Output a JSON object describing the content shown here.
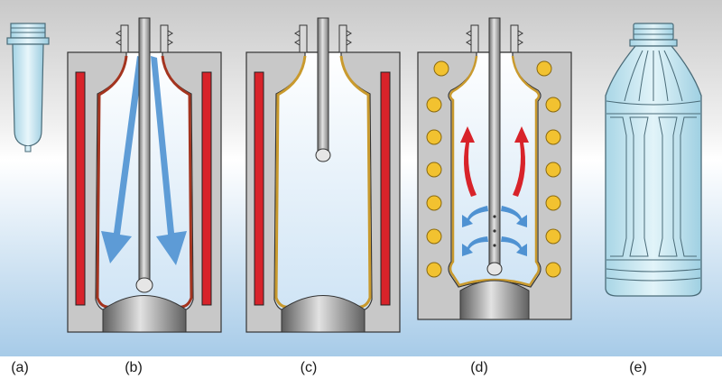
{
  "panels": [
    {
      "id": "a",
      "label": "(a)"
    },
    {
      "id": "b",
      "label": "(b)"
    },
    {
      "id": "c",
      "label": "(c)"
    },
    {
      "id": "d",
      "label": "(d)"
    },
    {
      "id": "e",
      "label": "(e)"
    }
  ],
  "colors": {
    "background_top": "#c6c6c6",
    "background_bottom": "#a9cdea",
    "mold": "#c7c7c7",
    "heater": "#d8232a",
    "preform_wall": "#c0442b",
    "finished_wall": "#d7a83a",
    "air_arrow": "#4f92d2",
    "hot_air_arrow": "#d8232a",
    "heat_lamp": "#f2c230",
    "bottle": "#bfe3ee"
  }
}
